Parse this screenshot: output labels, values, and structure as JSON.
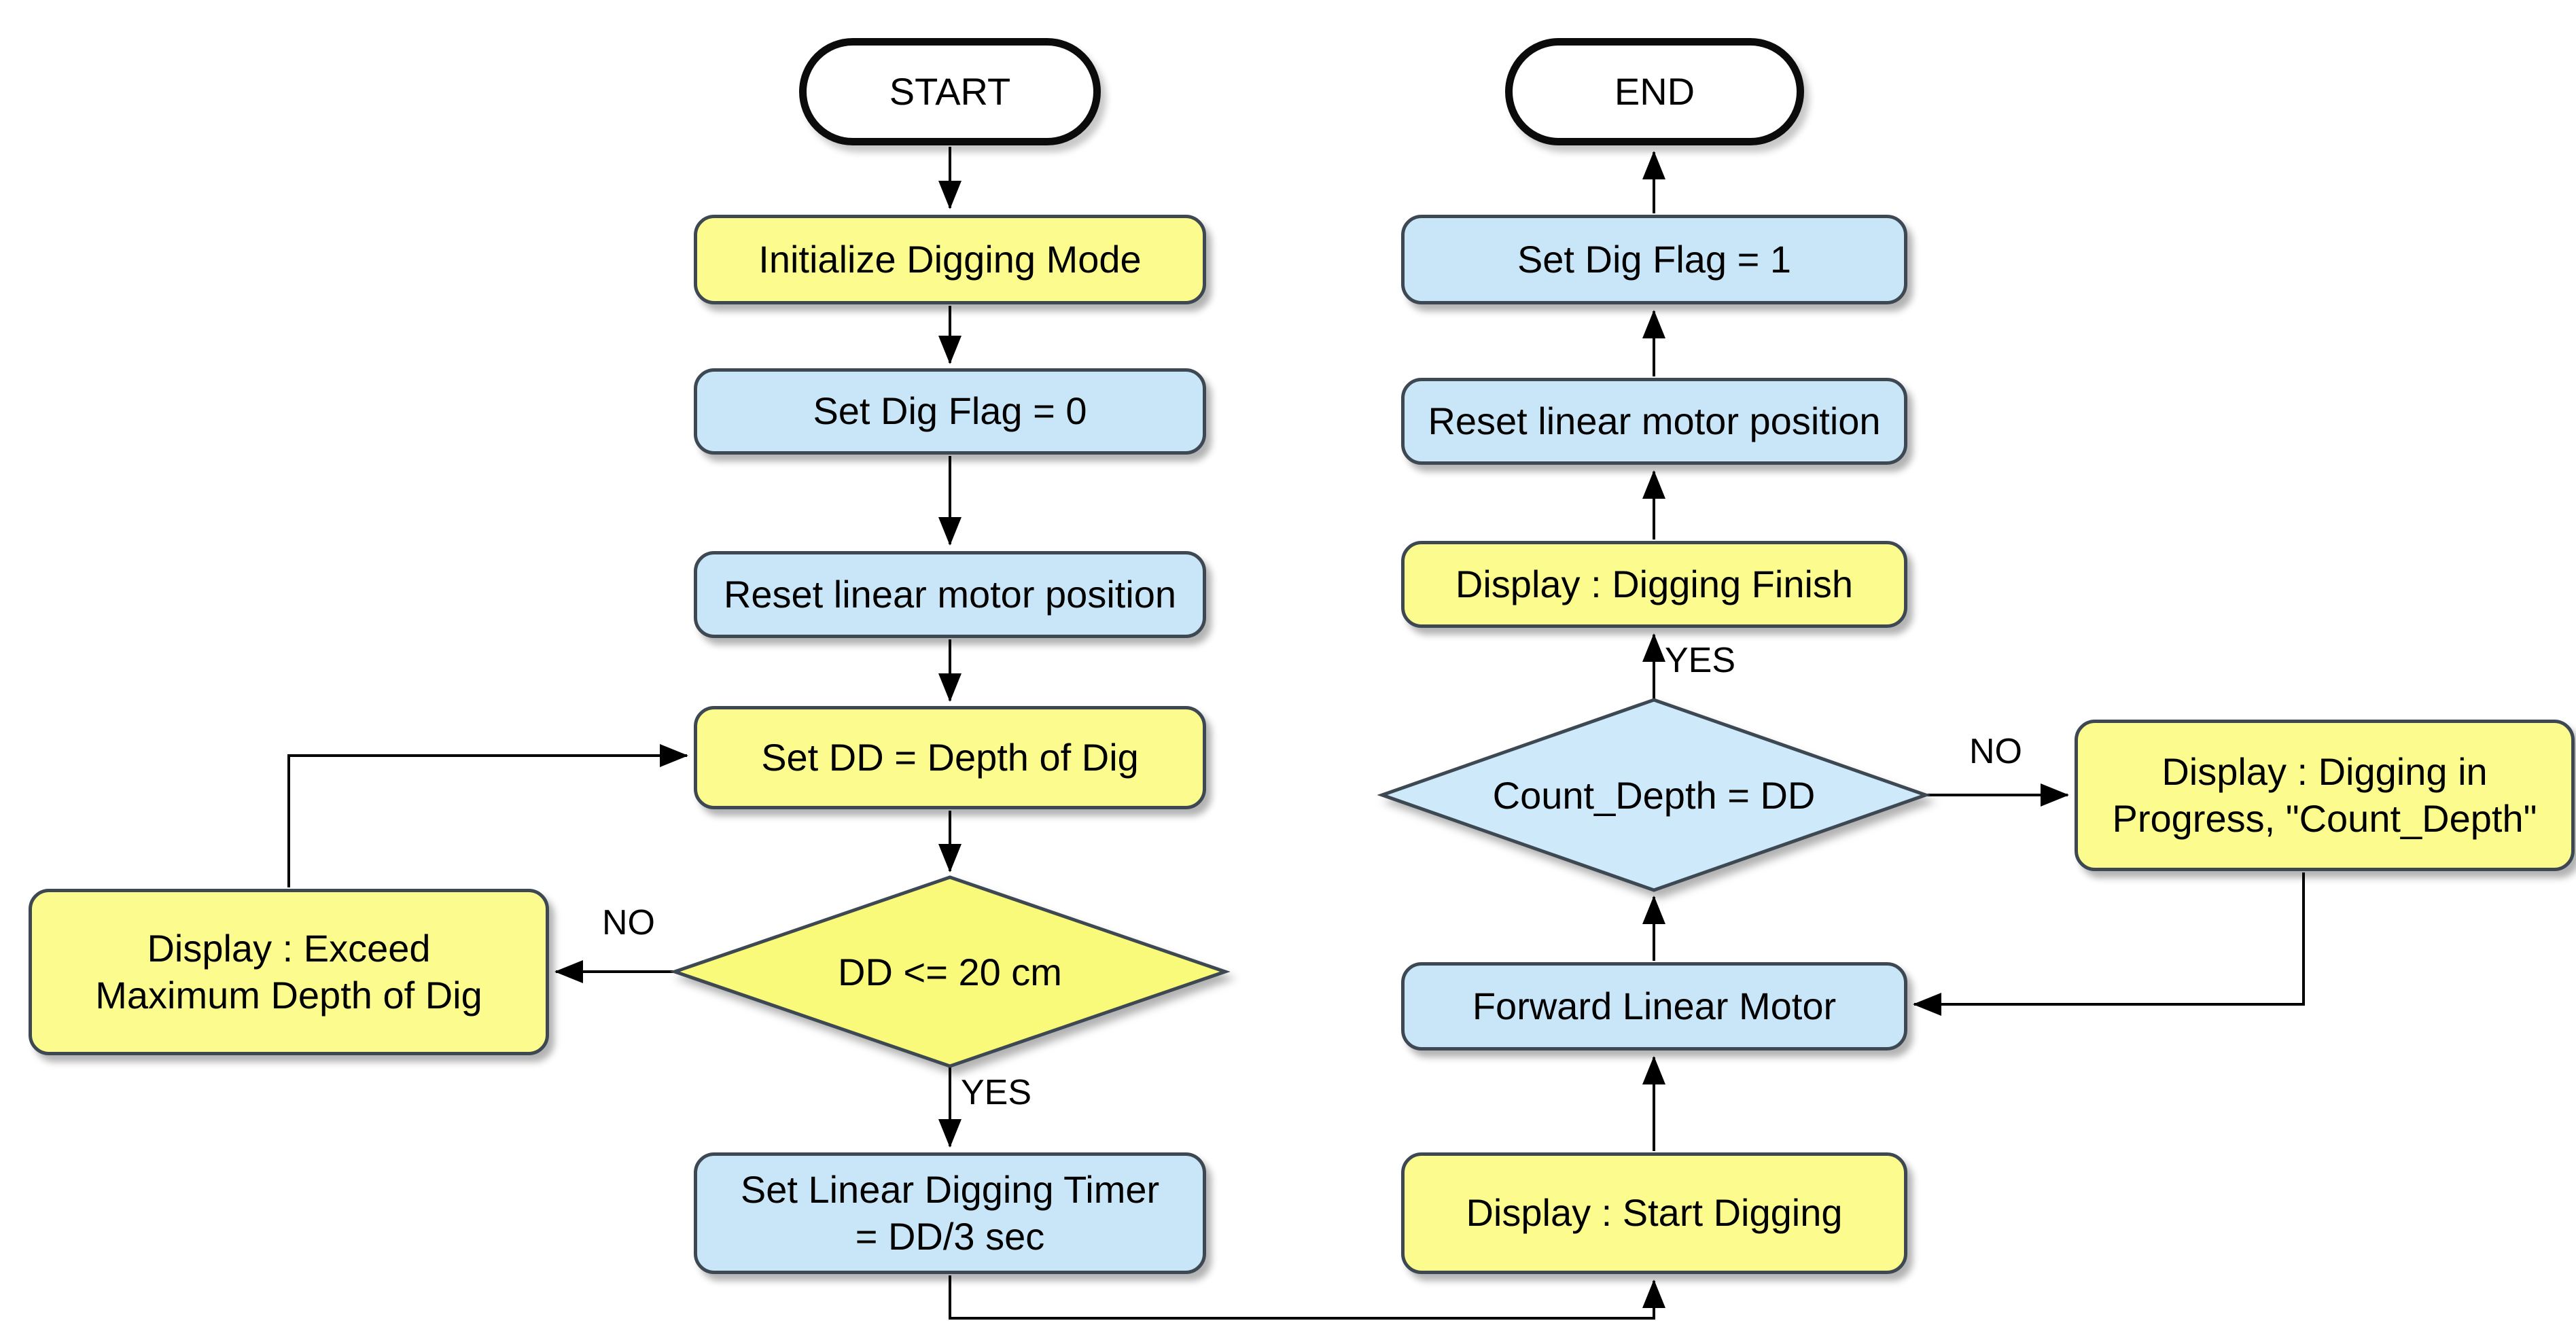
{
  "colors": {
    "background": "#FFFFFF",
    "process-yellow": "#FCFC8E",
    "process-blue": "#C8E6F8",
    "diamond-yellow": "#F9F97A",
    "diamond-blue": "#CDE9FA",
    "node-border": "#3D4852",
    "terminator-border": "#0B0B0B",
    "connector": "#000000",
    "text": "#000000"
  },
  "flowchart": {
    "nodes": {
      "start": {
        "label": "START",
        "shape": "terminator"
      },
      "initialize": {
        "label": "Initialize Digging Mode",
        "shape": "process",
        "color": "yellow"
      },
      "set_dig_flag_0": {
        "label": "Set Dig Flag = 0",
        "shape": "process",
        "color": "blue"
      },
      "reset_motor_left": {
        "label": "Reset linear motor position",
        "shape": "process",
        "color": "blue"
      },
      "set_dd": {
        "label": "Set DD = Depth of Dig",
        "shape": "process",
        "color": "yellow"
      },
      "dd_decision": {
        "label": "DD <= 20 cm",
        "shape": "decision",
        "color": "yellow"
      },
      "exceed_display": {
        "lines": [
          "Display : Exceed",
          "Maximum Depth of Dig"
        ],
        "shape": "process",
        "color": "yellow"
      },
      "set_timer": {
        "lines": [
          "Set Linear Digging Timer",
          "= DD/3 sec"
        ],
        "shape": "process",
        "color": "blue"
      },
      "start_digging_display": {
        "label": "Display : Start Digging",
        "shape": "process",
        "color": "yellow"
      },
      "forward_motor": {
        "label": "Forward Linear Motor",
        "shape": "process",
        "color": "blue"
      },
      "count_decision": {
        "label": "Count_Depth = DD",
        "shape": "decision",
        "color": "blue"
      },
      "progress_display": {
        "lines": [
          "Display : Digging in",
          "Progress, \"Count_Depth\""
        ],
        "shape": "process",
        "color": "yellow"
      },
      "finish_display": {
        "label": "Display : Digging Finish",
        "shape": "process",
        "color": "yellow"
      },
      "reset_motor_right": {
        "label": "Reset linear motor position",
        "shape": "process",
        "color": "blue"
      },
      "set_dig_flag_1": {
        "label": "Set Dig Flag = 1",
        "shape": "process",
        "color": "blue"
      },
      "end": {
        "label": "END",
        "shape": "terminator"
      }
    },
    "edge_labels": {
      "dd_no": "NO",
      "dd_yes": "YES",
      "count_yes": "YES",
      "count_no": "NO"
    }
  }
}
